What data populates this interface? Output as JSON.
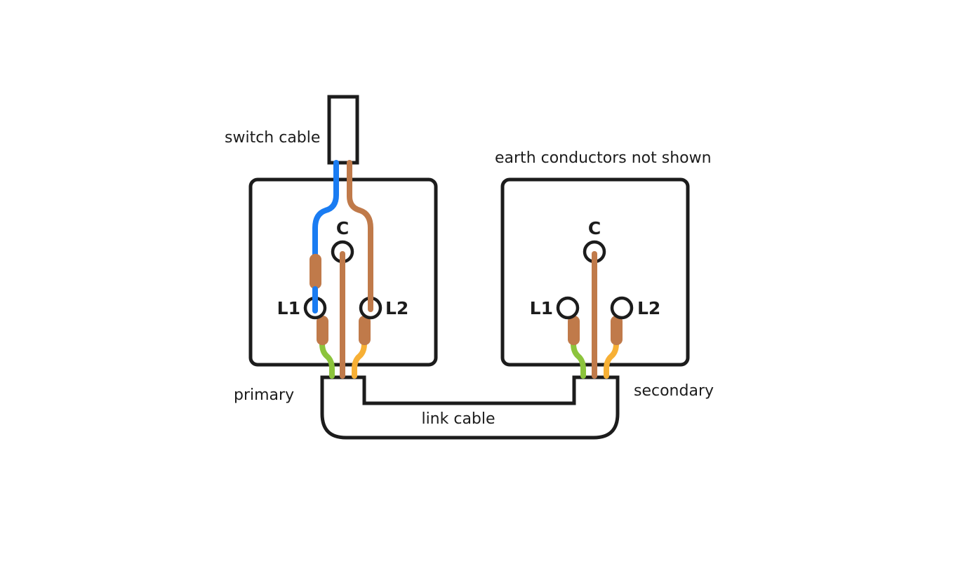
{
  "labels": {
    "switch_cable": "switch cable",
    "earth_note": "earth conductors not shown",
    "primary": "primary",
    "secondary": "secondary",
    "link_cable": "link cable"
  },
  "switches": {
    "primary": {
      "common": "C",
      "l1": "L1",
      "l2": "L2"
    },
    "secondary": {
      "common": "C",
      "l1": "L1",
      "l2": "L2"
    }
  },
  "colors": {
    "outline": "#1c1c1c",
    "blue_wire": "#1a7cf2",
    "brown_wire": "#c07a4a",
    "green_wire": "#8cc43c",
    "yellow_wire": "#f7b035",
    "sleeve": "#c07a4a"
  }
}
